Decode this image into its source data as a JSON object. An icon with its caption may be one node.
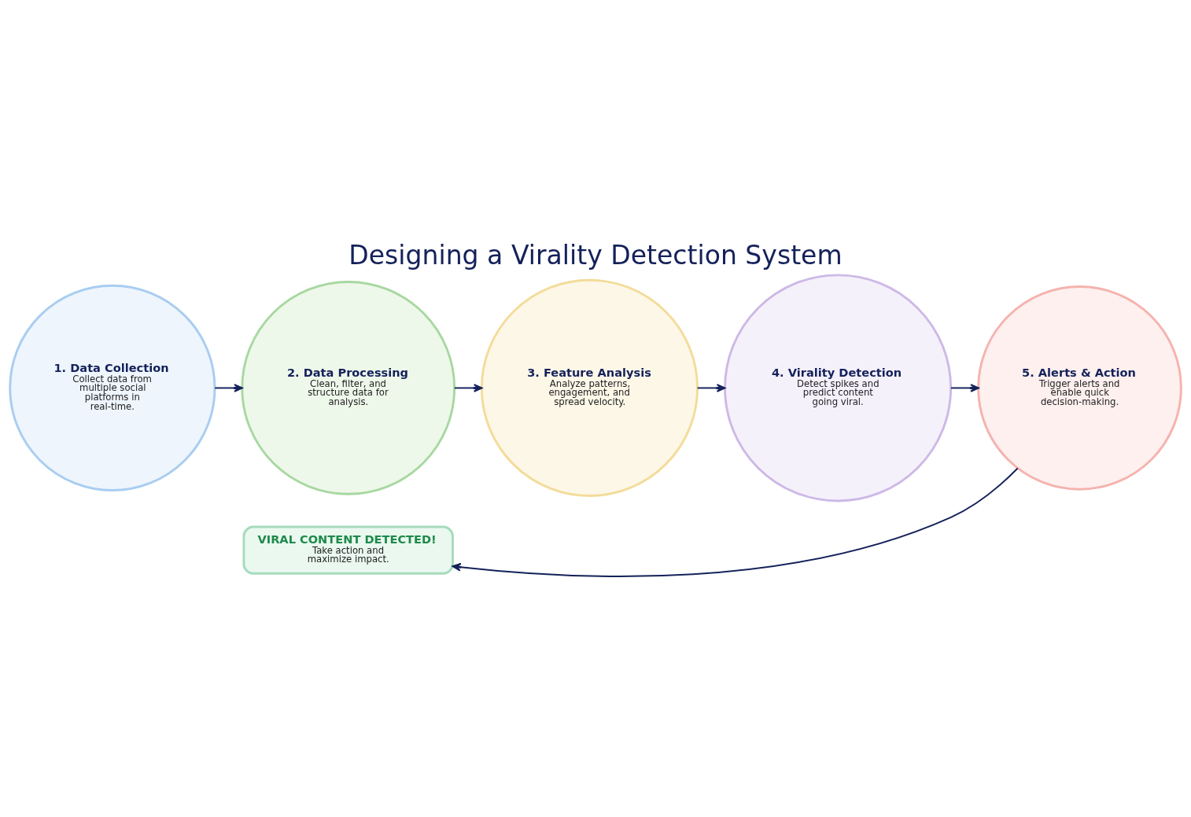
{
  "diagram": {
    "title": "Designing a Virality Detection System",
    "nodes": [
      {
        "text": [
          "1. Data Collection",
          "Collect data from multiple social platforms in real-time."
        ]
      },
      {
        "text": [
          "2. Data Processing",
          "Clean, filter, and structure data for analysis."
        ]
      },
      {
        "text": [
          "3. Feature Analysis",
          "Analyze patterns, engagement, and spread velocity."
        ]
      },
      {
        "text": [
          "4. Virality Detection",
          "Detect spikes and predict content going viral."
        ]
      },
      {
        "text": [
          "5. Alerts & Action",
          "Trigger alerts and enable quick decision-making."
        ]
      },
      {
        "text": [
          "VIRAL CONTENT DETECTED!",
          "Take action and maximize impact."
        ]
      }
    ],
    "edges": [
      {
        "from": 0,
        "to": 1,
        "arrow": "to"
      },
      {
        "from": 1,
        "to": 2,
        "arrow": "to"
      },
      {
        "from": 2,
        "to": 3,
        "arrow": "to"
      },
      {
        "from": 3,
        "to": 4,
        "arrow": "to"
      },
      {
        "from": 4,
        "to": 5,
        "arrow": "to"
      }
    ]
  }
}
